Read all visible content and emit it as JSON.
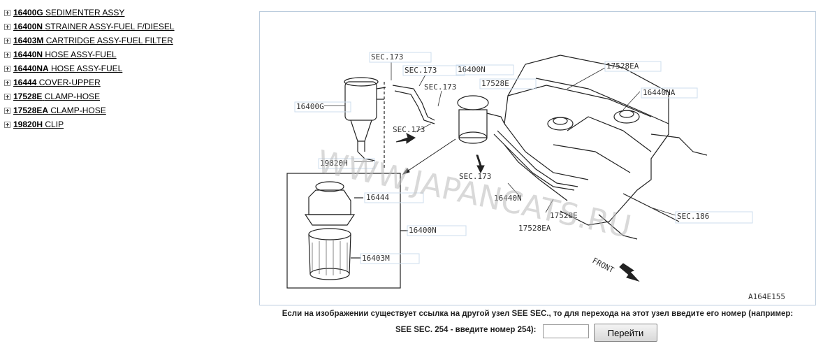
{
  "parts": [
    {
      "code": "16400G",
      "name": "SEDIMENTER ASSY"
    },
    {
      "code": "16400N",
      "name": "STRAINER ASSY-FUEL F/DIESEL"
    },
    {
      "code": "16403M",
      "name": "CARTRIDGE ASSY-FUEL FILTER"
    },
    {
      "code": "16440N",
      "name": "HOSE ASSY-FUEL"
    },
    {
      "code": "16440NA",
      "name": "HOSE ASSY-FUEL"
    },
    {
      "code": "16444",
      "name": "COVER-UPPER"
    },
    {
      "code": "17528E",
      "name": "CLAMP-HOSE"
    },
    {
      "code": "17528EA",
      "name": "CLAMP-HOSE"
    },
    {
      "code": "19820H",
      "name": "CLIP"
    }
  ],
  "diagram": {
    "labels": {
      "sec173_a": "SEC.173",
      "sec173_b": "SEC.173",
      "sec173_c": "SEC.173",
      "sec173_d": "SEC.173",
      "sec173_e": "SEC.173",
      "sec186": "SEC.186",
      "p16400n_top": "16400N",
      "p17528e_top": "17528E",
      "p17528ea_top": "17528EA",
      "p16440na": "16440NA",
      "p16400g": "16400G",
      "p19820h": "19820H",
      "p16444": "16444",
      "p16400n_box": "16400N",
      "p16403m": "16403M",
      "p16440n": "16440N",
      "p17528e_bot": "17528E",
      "p17528ea_bot": "17528EA",
      "front": "FRONT",
      "code": "A164E155"
    },
    "watermark": "WWW.JAPANCATS.RU"
  },
  "footer": {
    "line1": "Если на изображении существует ссылка на другой узел SEE SEC., то для перехода на этот узел введите его номер (например:",
    "line2": "SEE SEC. 254 - введите номер 254):",
    "input_value": "",
    "button_label": "Перейти"
  }
}
